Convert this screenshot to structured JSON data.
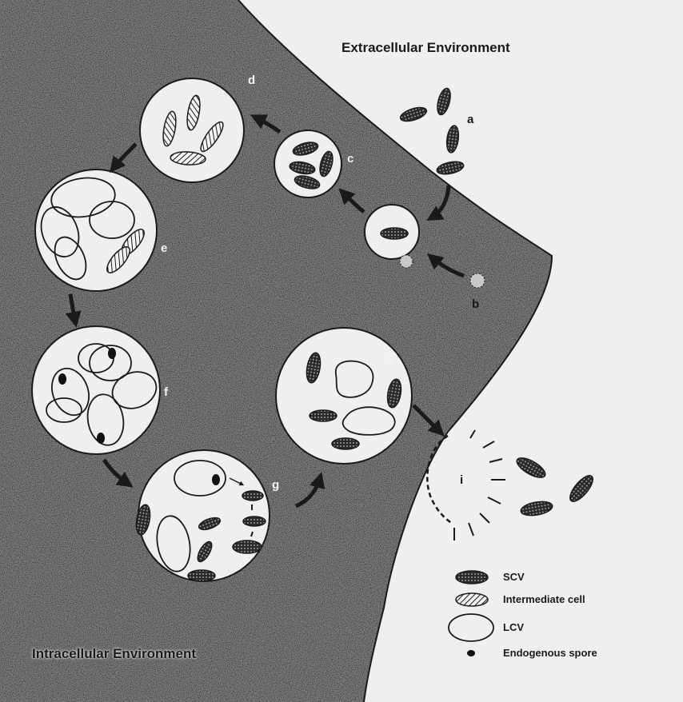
{
  "regions": {
    "extracellular": "Extracellular Environment",
    "intracellular": "Intracellular Environment"
  },
  "stages": [
    "a",
    "b",
    "c",
    "d",
    "e",
    "f",
    "g",
    "h",
    "i"
  ],
  "legend": {
    "scv": "SCV",
    "intermediate": "Intermediate cell",
    "lcv": "LCV",
    "spore": "Endogenous spore"
  },
  "colors": {
    "background": "#efefef",
    "cytoplasm": "#7a7a7a",
    "ink": "#1a1a1a",
    "vacuole": "#ededed"
  }
}
